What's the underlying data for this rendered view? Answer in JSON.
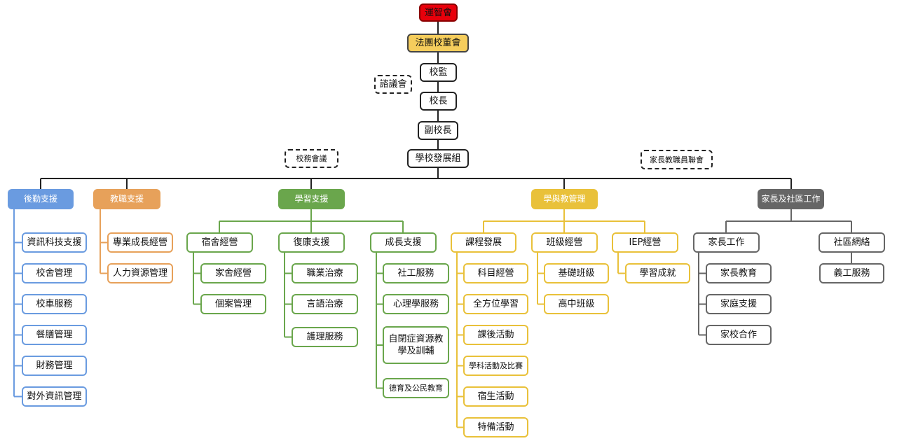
{
  "colors": {
    "top": "#e8000b",
    "board": "#f5cd5c",
    "black": "#222222",
    "blue": "#6a9be0",
    "orange": "#e7a15a",
    "green": "#6aa64c",
    "yellow": "#e9c13a",
    "gray": "#666666"
  },
  "top": {
    "sponsor": "運智會",
    "board": "法團校董會",
    "supervisor": "校監",
    "advisory": "諮議會",
    "principal": "校長",
    "vice_principal": "副校長",
    "development": "學校發展組",
    "staff_meeting": "校務會議",
    "pta": "家長教職員聯會"
  },
  "departments": {
    "logistics": {
      "title": "後勤支援",
      "items": [
        "資訊科技支援",
        "校舍管理",
        "校車服務",
        "餐膳管理",
        "財務管理",
        "對外資訊管理"
      ]
    },
    "teaching_support": {
      "title": "教職支援",
      "items": [
        "專業成長經營",
        "人力資源管理"
      ]
    },
    "learning_support": {
      "title": "學習支援",
      "groups": [
        {
          "title": "宿舍經營",
          "items": [
            "家舍經營",
            "個案管理"
          ]
        },
        {
          "title": "復康支援",
          "items": [
            "職業治療",
            "言語治療",
            "護理服務"
          ]
        },
        {
          "title": "成長支援",
          "items": [
            "社工服務",
            "心理學服務",
            "自閉症資源教學及訓輔",
            "德育及公民教育"
          ]
        }
      ]
    },
    "learning_teaching": {
      "title": "學與教管理",
      "groups": [
        {
          "title": "課程發展",
          "items": [
            "科目經營",
            "全方位學習",
            "課後活動",
            "學科活動及比賽",
            "宿生活動",
            "特備活動"
          ]
        },
        {
          "title": "班級經營",
          "items": [
            "基礎班級",
            "高中班級"
          ]
        },
        {
          "title": "IEP經營",
          "items": [
            "學習成就"
          ]
        }
      ]
    },
    "parents_community": {
      "title": "家長及社區工作",
      "groups": [
        {
          "title": "家長工作",
          "items": [
            "家長教育",
            "家庭支援",
            "家校合作"
          ]
        },
        {
          "title": "社區網絡",
          "items": [
            "義工服務"
          ]
        }
      ]
    }
  }
}
